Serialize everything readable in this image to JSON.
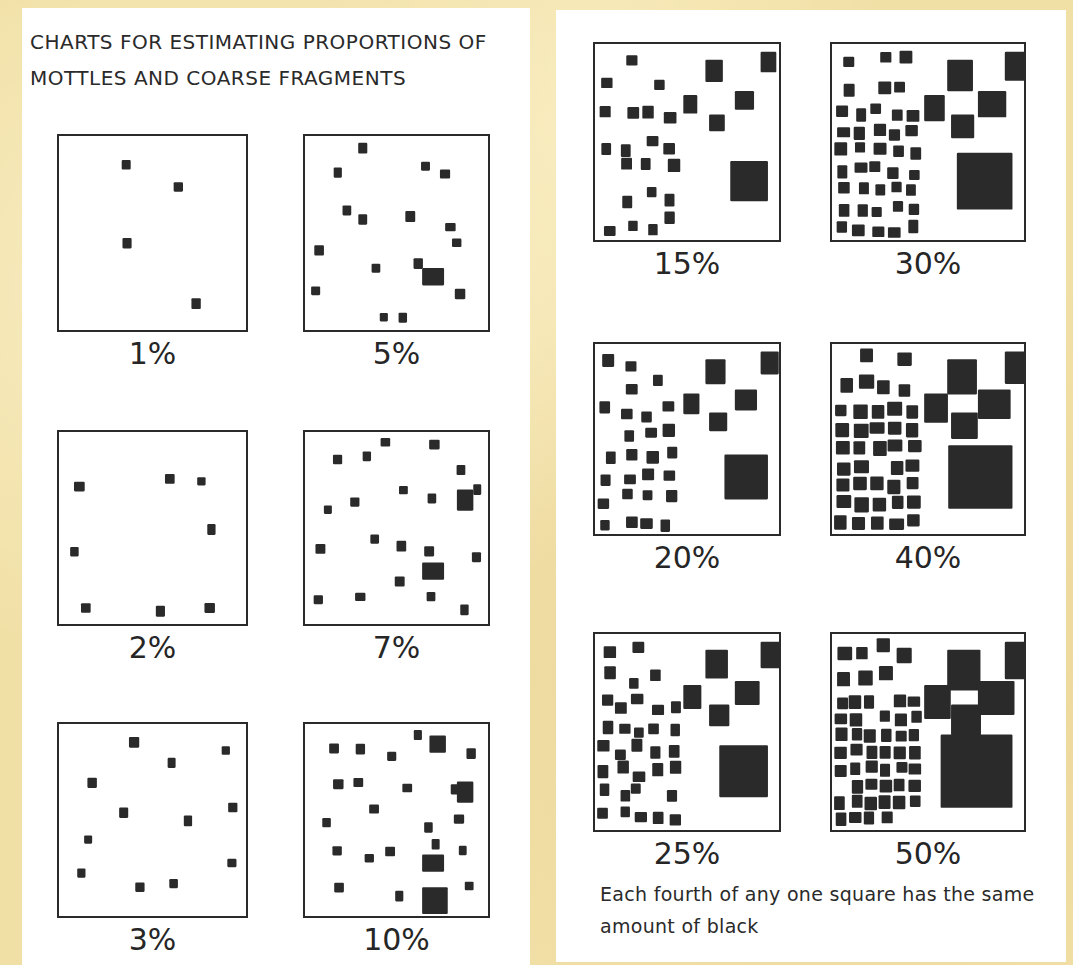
{
  "diagram": {
    "title": "CHARTS FOR ESTIMATING PROPORTIONS OF MOTTLES AND COARSE FRAGMENTS",
    "nodes": [
      {
        "text": [
          "1%"
        ]
      },
      {
        "text": [
          "5%"
        ]
      },
      {
        "text": [
          "2%"
        ]
      },
      {
        "text": [
          "7%"
        ]
      },
      {
        "text": [
          "3%"
        ]
      },
      {
        "text": [
          "10%"
        ]
      },
      {
        "text": [
          "15%"
        ]
      },
      {
        "text": [
          "30%"
        ]
      },
      {
        "text": [
          "20%"
        ]
      },
      {
        "text": [
          "40%"
        ]
      },
      {
        "text": [
          "25%"
        ]
      },
      {
        "text": [
          "50%"
        ]
      }
    ],
    "labels": [
      "Each fourth of any one square has the same amount of black"
    ]
  }
}
